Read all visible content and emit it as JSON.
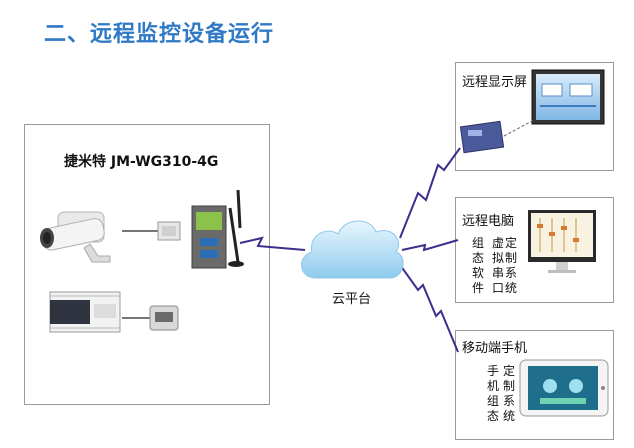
{
  "page": {
    "title": "二、远程监控设备运行"
  },
  "gateway": {
    "label": "捷米特 JM-WG310-4G"
  },
  "cloud": {
    "label": "云平台"
  },
  "remote_display": {
    "label": "远程显示屏"
  },
  "remote_pc": {
    "label": "远程电脑",
    "side_cols": [
      [
        "组",
        "态",
        "软",
        "件"
      ],
      [
        "虚拟串口"
      ],
      [
        "定",
        "制",
        "系",
        "统"
      ]
    ]
  },
  "mobile": {
    "label": "移动端手机",
    "side_cols": [
      [
        "手",
        "机",
        "组",
        "态"
      ],
      [
        "定",
        "制",
        "系",
        "统"
      ]
    ]
  },
  "colors": {
    "title": "#2f79c6",
    "link": "#3b2e8c",
    "cloud": "#9fd3f0"
  }
}
